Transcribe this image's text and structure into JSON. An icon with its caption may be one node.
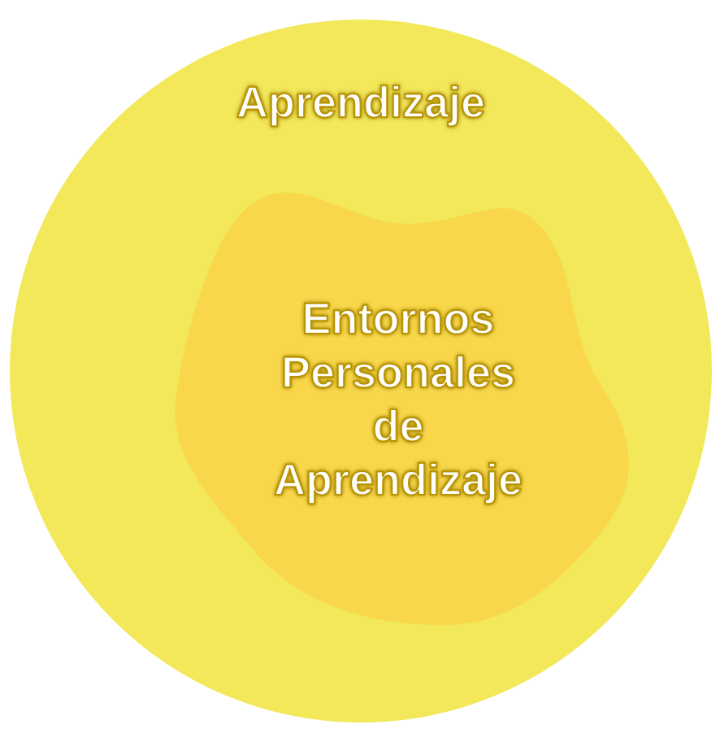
{
  "diagram": {
    "nodes": [
      {
        "text": [
          "Aprendizaje"
        ]
      },
      {
        "text": [
          "Entornos Personales de Aprendizaje"
        ],
        "in": 0
      }
    ]
  }
}
